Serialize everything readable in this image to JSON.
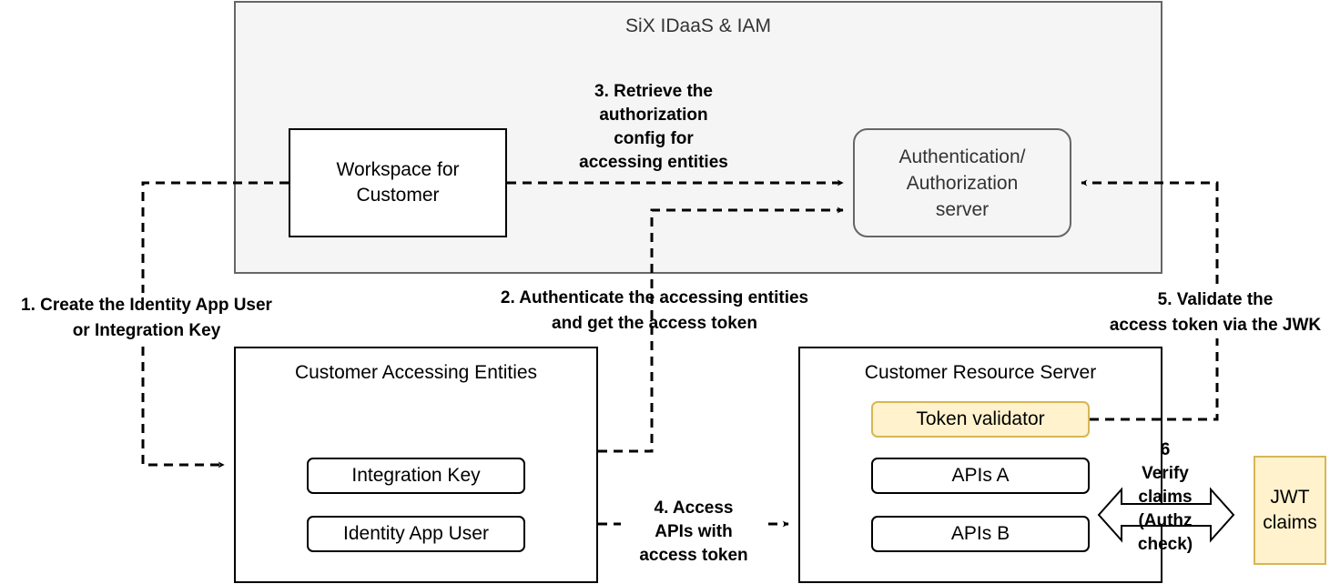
{
  "diagram": {
    "iam_group_title": "SiX IDaaS & IAM",
    "workspace": "Workspace for\nCustomer",
    "auth_server": "Authentication/\nAuthorization\nserver",
    "accessing_group_title": "Customer Accessing Entities",
    "integration_key": "Integration Key",
    "identity_app_user": "Identity App User",
    "resource_group_title": "Customer Resource Server",
    "token_validator": "Token validator",
    "apis_a": "APIs A",
    "apis_b": "APIs B",
    "jwt_claims": "JWT\nclaims",
    "step1": "1. Create the Identity App User\nor Integration Key",
    "step2": "2. Authenticate the accessing entities\nand get the access token",
    "step3": "3. Retrieve the\nauthorization\nconfig for\naccessing entities",
    "step4": "4. Access\nAPIs with\naccess token",
    "step5": "5. Validate the\naccess token via the JWK",
    "step6": "6\nVerify\nclaims\n(Authz\ncheck)"
  },
  "colors": {
    "iam_group_fill": "#f5f5f5",
    "iam_group_stroke": "#666666",
    "auth_server_fill": "#f5f5f5",
    "auth_server_stroke": "#666666",
    "auth_server_text": "#333333",
    "token_validator_fill": "#fff2cc",
    "token_validator_stroke": "#d6b656",
    "jwt_fill": "#fff2cc",
    "jwt_stroke": "#d6b656"
  }
}
